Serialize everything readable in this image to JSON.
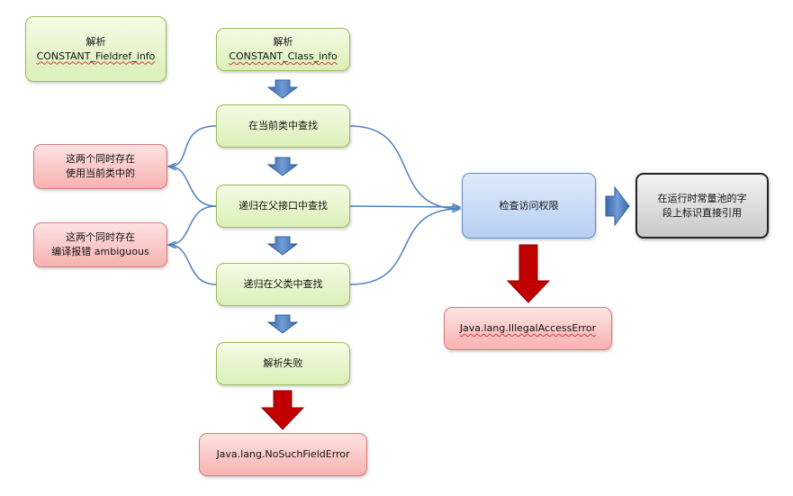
{
  "nodes": {
    "resolve_field": {
      "line1": "解析",
      "line2": "CONSTANT_Fieldref_info"
    },
    "resolve_class": {
      "line1": "解析",
      "line2": "CONSTANT_Class_info"
    },
    "find_current": {
      "label": "在当前类中查找"
    },
    "find_interface": {
      "label": "递归在父接口中查找"
    },
    "find_parent": {
      "label": "递归在父类中查找"
    },
    "resolve_fail": {
      "label": "解析失败"
    },
    "no_such_field": {
      "label": "Java.lang.NoSuchFieldError"
    },
    "coexist_current": {
      "line1": "这两个同时存在",
      "line2": "使用当前类中的"
    },
    "coexist_ambiguous": {
      "line1": "这两个同时存在",
      "line2": "编译报错 ambiguous"
    },
    "check_access": {
      "label": "检查访问权限"
    },
    "illegal_access": {
      "label": "Java.lang.IllegalAccessError"
    },
    "direct_ref": {
      "line1": "在运行时常量池的字",
      "line2": "段上标识直接引用"
    }
  },
  "colors": {
    "green_border": "#9bbb59",
    "red_border": "#d57b79",
    "blue_border": "#5b8cc8",
    "connector": "#4f81bd",
    "down_arrow_blue": "#4f81bd",
    "down_arrow_red": "#c00000"
  }
}
